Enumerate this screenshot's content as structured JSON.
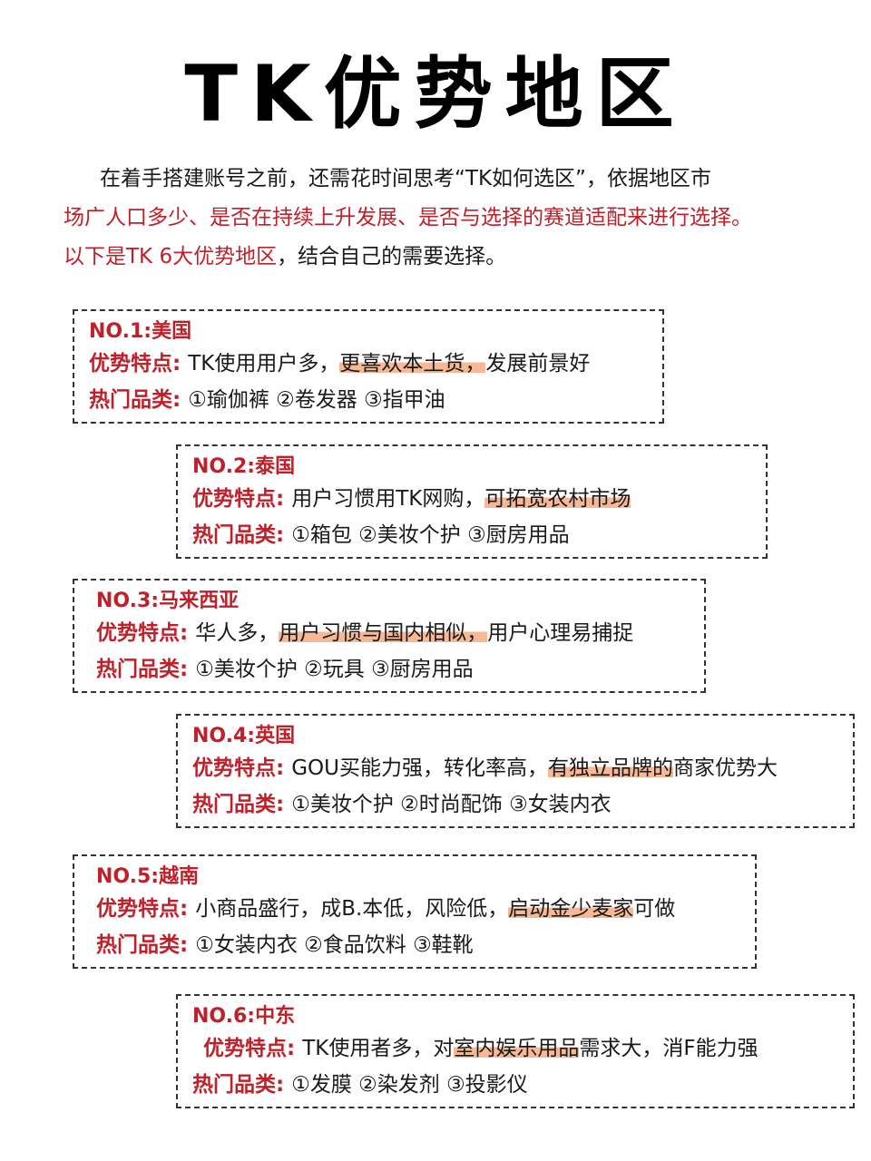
{
  "title": "TK优势地区",
  "intro": {
    "line1": "在着手搭建账号之前，还需花时间思考“TK如何选区”，依据地区市",
    "line2": "场广人口多少、是否在持续上升发展、是否与选择的赛道适配来进行选择。",
    "line3_red": "以下是TK 6大优势地区",
    "line3_rest": "，结合自己的需要选择。"
  },
  "labels": {
    "advantage": "优势特点:",
    "categories": "热门品类:"
  },
  "regions": [
    {
      "title": "NO.1:美国",
      "adv_pre": "TK使用用户多，",
      "adv_hl": "更喜欢本土货，",
      "adv_post": "发展前景好",
      "categories": "①瑜伽裤 ②卷发器 ③指甲油"
    },
    {
      "title": "NO.2:泰国",
      "adv_pre": "用户习惯用TK网购，",
      "adv_hl": "可拓宽农村市场",
      "adv_post": "",
      "categories": "①箱包 ②美妆个护 ③厨房用品"
    },
    {
      "title": "NO.3:马来西亚",
      "adv_pre": "华人多，",
      "adv_hl": "用户习惯与国内相似，",
      "adv_post": "用户心理易捕捉",
      "categories": "①美妆个护 ②玩具 ③厨房用品"
    },
    {
      "title": "NO.4:英国",
      "adv_pre": "GOU买能力强，转化率高，",
      "adv_hl": "有独立品牌的",
      "adv_post": "商家优势大",
      "categories": "①美妆个护 ②时尚配饰 ③女装内衣"
    },
    {
      "title": "NO.5:越南",
      "adv_pre": "小商品盛行，成B.本低，风险低，",
      "adv_hl": "启动金少麦家",
      "adv_post": "可做",
      "categories": "①女装内衣 ②食品饮料 ③鞋靴"
    },
    {
      "title": "NO.6:中东",
      "adv_pre": "TK使用者多，对",
      "adv_hl": "室内娱乐用品",
      "adv_post": "需求大，消F能力强",
      "categories": "①发膜 ②染发剂 ③投影仪"
    }
  ]
}
